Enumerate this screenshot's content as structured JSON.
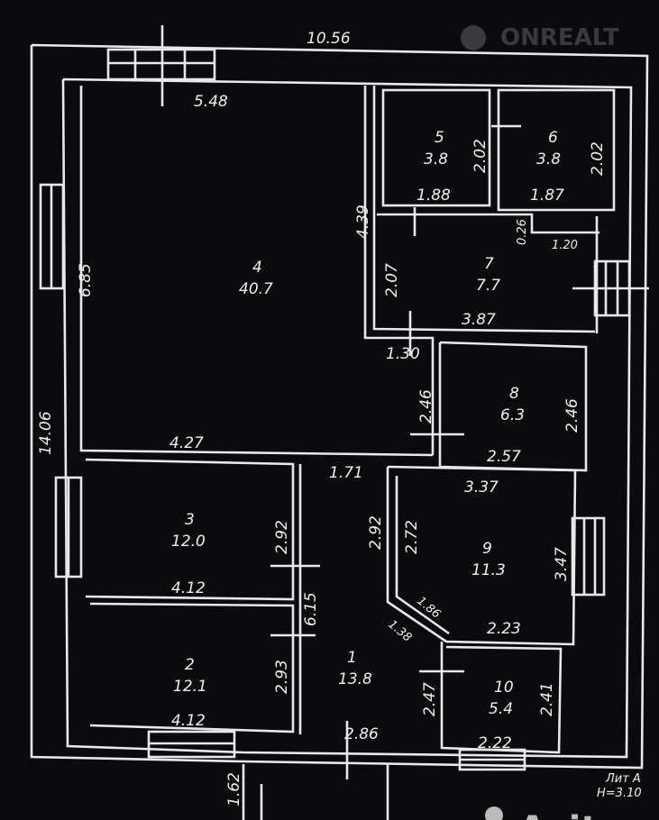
{
  "watermark_top": "ONREALT",
  "watermark_bottom": "Avito",
  "overall": {
    "width": "10.56",
    "height": "14.06"
  },
  "rooms": [
    {
      "no": "1",
      "area": "13.8"
    },
    {
      "no": "2",
      "area": "12.1"
    },
    {
      "no": "3",
      "area": "12.0"
    },
    {
      "no": "4",
      "area": "40.7"
    },
    {
      "no": "5",
      "area": "3.8"
    },
    {
      "no": "6",
      "area": "3.8"
    },
    {
      "no": "7",
      "area": "7.7"
    },
    {
      "no": "8",
      "area": "6.3"
    },
    {
      "no": "9",
      "area": "11.3"
    },
    {
      "no": "10",
      "area": "5.4"
    }
  ],
  "dims": {
    "d548": "5.48",
    "d685": "6.85",
    "d439": "4.39",
    "d427": "4.27",
    "d202a": "2.02",
    "d202b": "2.02",
    "d188": "1.88",
    "d187": "1.87",
    "d026": "0.26",
    "d120": "1.20",
    "d207": "2.07",
    "d387": "3.87",
    "d130": "1.30",
    "d246a": "2.46",
    "d246b": "2.46",
    "d257": "2.57",
    "d171": "1.71",
    "d337": "3.37",
    "d292a": "2.92",
    "d292b": "2.92",
    "d272": "2.72",
    "d347": "3.47",
    "d412a": "4.12",
    "d412b": "4.12",
    "d615": "6.15",
    "d186": "1.86",
    "d138": "1.38",
    "d223": "2.23",
    "d293": "2.93",
    "d247": "2.47",
    "d241": "2.41",
    "d286": "2.86",
    "d222": "2.22",
    "d162": "1.62"
  },
  "stamp": {
    "lit": "Лит А",
    "height": "Н=3.10"
  }
}
